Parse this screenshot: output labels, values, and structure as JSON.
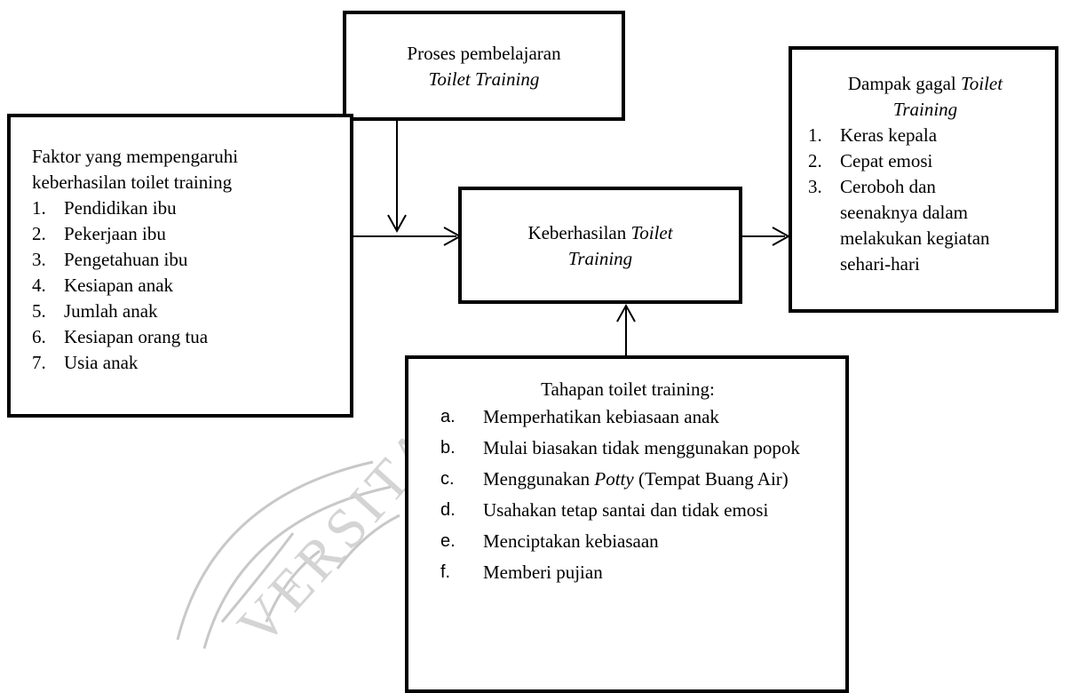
{
  "process_box": {
    "line1": "Proses pembelajaran",
    "line2_italic": "Toilet Training"
  },
  "factors_box": {
    "title": "Faktor yang mempengaruhi keberhasilan toilet training",
    "items": [
      {
        "marker": "1.",
        "text": "Pendidikan ibu"
      },
      {
        "marker": "2.",
        "text": "Pekerjaan ibu"
      },
      {
        "marker": "3.",
        "text": "Pengetahuan ibu"
      },
      {
        "marker": "4.",
        "text": "Kesiapan anak"
      },
      {
        "marker": "5.",
        "text": "Jumlah anak"
      },
      {
        "marker": "6.",
        "text": "Kesiapan orang tua"
      },
      {
        "marker": "7.",
        "text": "Usia anak"
      }
    ]
  },
  "success_box": {
    "prefix": "Keberhasilan ",
    "italic1": "Toilet",
    "italic2": "Training"
  },
  "impact_box": {
    "prefix": "Dampak gagal ",
    "italic1": "Toilet",
    "italic2": "Training",
    "items": [
      {
        "marker": "1.",
        "text": "Keras kepala"
      },
      {
        "marker": "2.",
        "text": "Cepat emosi"
      },
      {
        "marker": "3.",
        "text": "Ceroboh dan seenaknya dalam melakukan kegiatan sehari-hari"
      }
    ]
  },
  "stages_box": {
    "title": "Tahapan toilet training:",
    "items": [
      {
        "marker": "a.",
        "text": "Memperhatikan kebiasaan anak"
      },
      {
        "marker": "b.",
        "text": "Mulai biasakan tidak menggunakan popok"
      },
      {
        "marker": "c.",
        "text_before": "Menggunakan ",
        "text_italic": "Potty",
        "text_after": " (Tempat Buang Air)"
      },
      {
        "marker": "d.",
        "text": "Usahakan tetap santai dan tidak emosi"
      },
      {
        "marker": "e.",
        "text": "Menciptakan kebiasaan"
      },
      {
        "marker": "f.",
        "text": "Memberi pujian"
      }
    ]
  },
  "watermark": {
    "text": "VERSITAS",
    "color": "#c8c8c8"
  },
  "colors": {
    "stroke": "#000000",
    "background": "#ffffff"
  }
}
